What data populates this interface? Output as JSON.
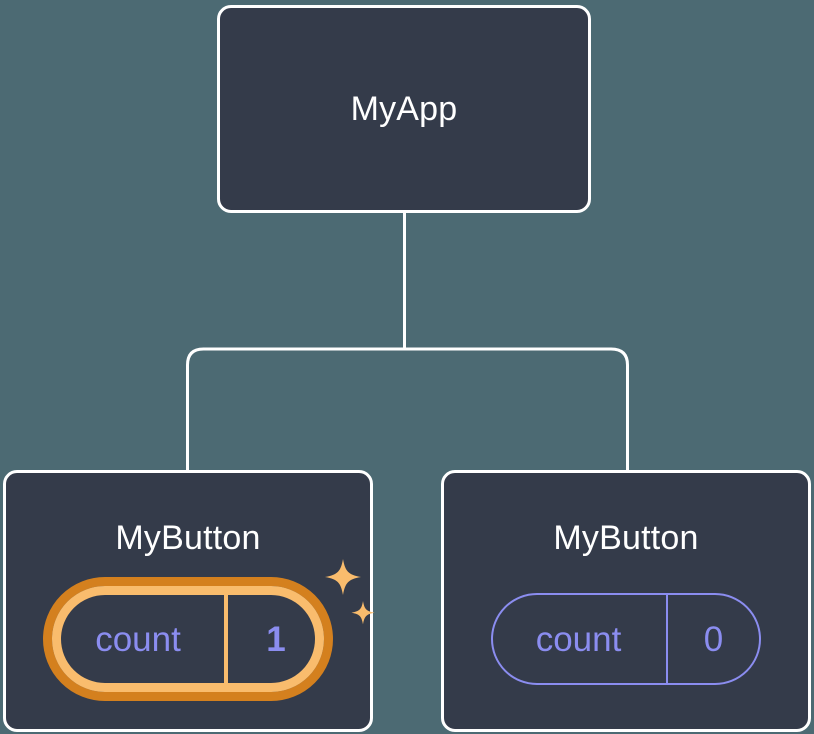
{
  "diagram": {
    "type": "component-tree",
    "background_color": "#4c6a73",
    "node_fill_color": "#343b4a",
    "node_border_color": "#ffffff",
    "connector_color": "#ffffff",
    "accent_highlight_outer": "#d4801e",
    "accent_highlight_inner": "#f9bc6d",
    "state_text_color": "#8b8df0",
    "sparkle_color": "#f9bc6d",
    "root": {
      "title": "MyApp"
    },
    "children": [
      {
        "title": "MyButton",
        "state": {
          "key": "count",
          "value": "1"
        },
        "highlighted": true,
        "sparkle": true
      },
      {
        "title": "MyButton",
        "state": {
          "key": "count",
          "value": "0"
        },
        "highlighted": false,
        "sparkle": false
      }
    ],
    "icons": {
      "sparkle_large": "sparkle-icon",
      "sparkle_small": "sparkle-icon"
    }
  }
}
